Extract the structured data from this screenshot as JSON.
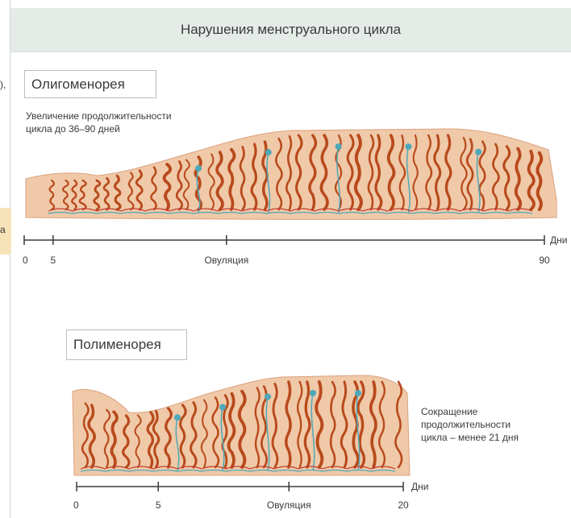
{
  "page": {
    "title": "Нарушения менструального цикла",
    "side_tab_fragment": "а",
    "side_marker_fragment": "),"
  },
  "oligomenorrhea": {
    "title": "Олигоменорея",
    "description_lines": [
      "Увеличение продолжительности",
      "цикла до 36–90 дней"
    ],
    "axis": {
      "unit": "Дни",
      "ticks": [
        {
          "label": "0",
          "day": 0
        },
        {
          "label": "5",
          "day": 5
        },
        {
          "label": "Овуляция",
          "day": 35
        },
        {
          "label": "90",
          "day": 90
        }
      ]
    }
  },
  "polymenorrhea": {
    "title": "Полименорея",
    "description_lines": [
      "Сокращение",
      "продолжительности",
      "цикла – менее 21 дня"
    ],
    "axis": {
      "unit": "Дни",
      "ticks": [
        {
          "label": "0",
          "day": 0
        },
        {
          "label": "5",
          "day": 5
        },
        {
          "label": "Овуляция",
          "day": 13
        },
        {
          "label": "20",
          "day": 20
        }
      ]
    }
  },
  "colors": {
    "header_bg": "#e5ece8",
    "endometrium": "#f0c9a8",
    "gland": "#b84a1c",
    "vessel_blue": "#4fa8b8",
    "vessel_red": "#c0392b",
    "axis": "#3a3a3a"
  }
}
